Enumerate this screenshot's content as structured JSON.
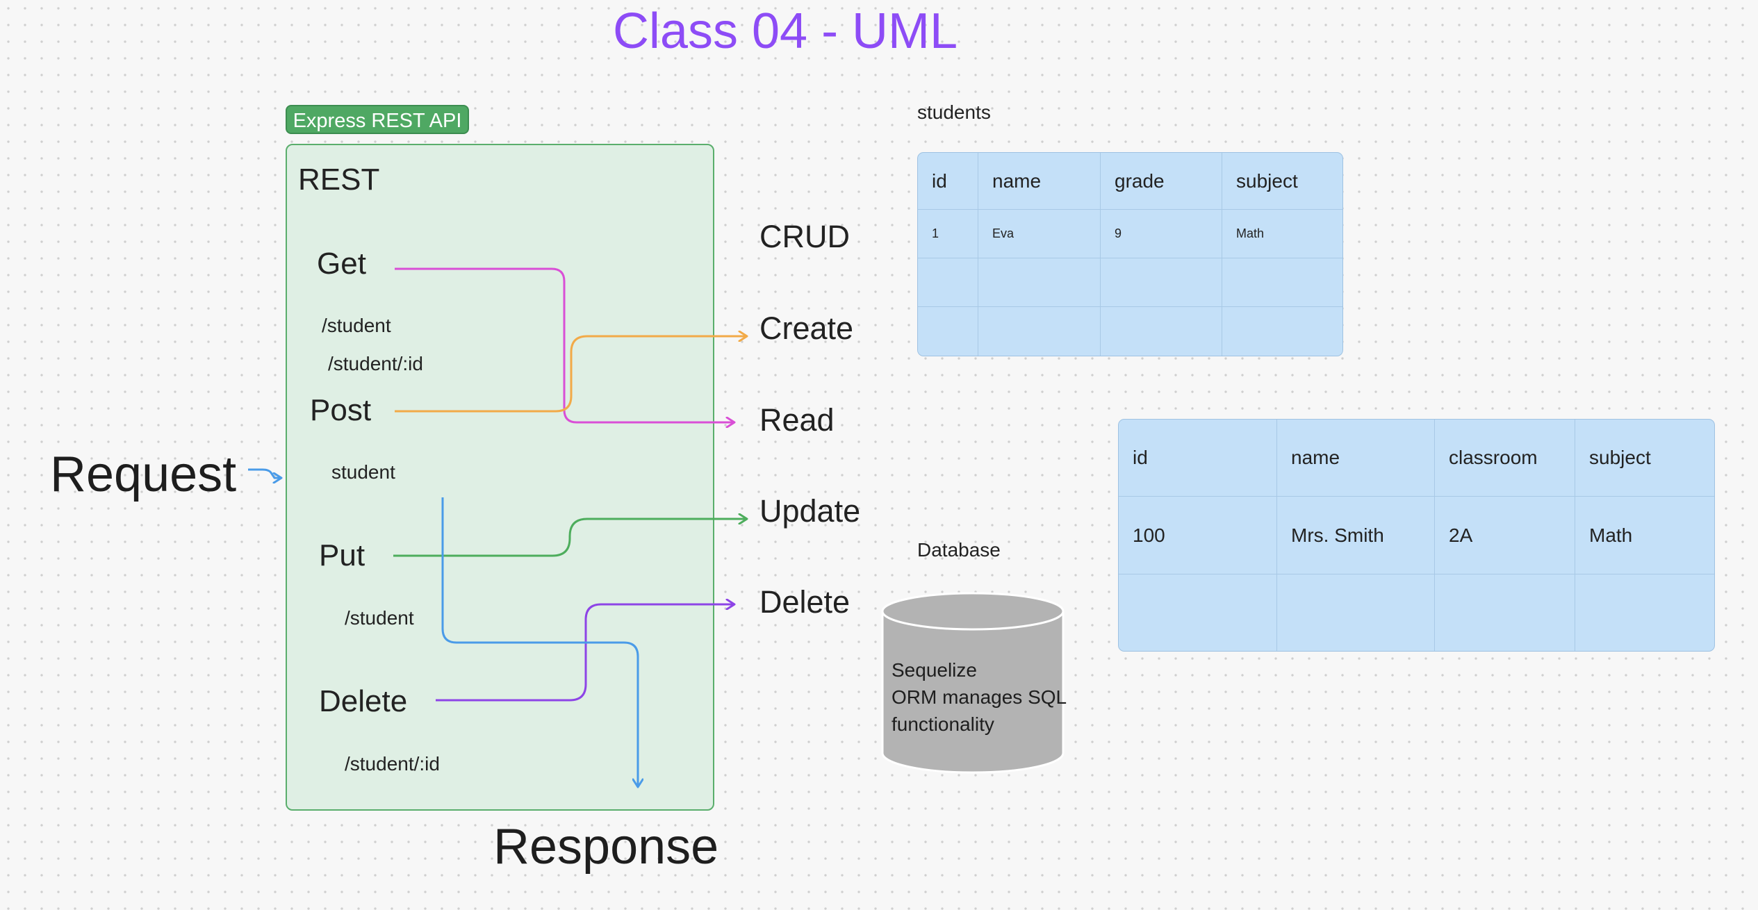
{
  "title": "Class 04 - UML",
  "api_badge": "Express REST API",
  "rest_frame": {
    "heading": "REST",
    "methods": {
      "get": "Get",
      "post": "Post",
      "put": "Put",
      "delete": "Delete"
    },
    "paths": {
      "get_1": "/student",
      "get_2": "/student/:id",
      "post": "student",
      "put": "/student",
      "delete": "/student/:id"
    }
  },
  "crud": {
    "heading": "CRUD",
    "create": "Create",
    "read": "Read",
    "update": "Update",
    "delete": "Delete"
  },
  "request_label": "Request",
  "response_label": "Response",
  "students_table": {
    "title": "students",
    "columns": [
      "id",
      "name",
      "grade",
      "subject"
    ],
    "rows": [
      [
        "1",
        "Eva",
        "9",
        "Math"
      ],
      [
        "",
        "",
        "",
        ""
      ],
      [
        "",
        "",
        "",
        ""
      ]
    ]
  },
  "teachers_table": {
    "columns": [
      "id",
      "name",
      "classroom",
      "subject"
    ],
    "rows": [
      [
        "100",
        "Mrs. Smith",
        "2A",
        "Math"
      ],
      [
        "",
        "",
        "",
        ""
      ]
    ]
  },
  "database": {
    "label": "Database",
    "lines": [
      "Sequelize",
      "ORM manages SQL",
      "functionality"
    ]
  },
  "colors": {
    "title": "#8d4cf6",
    "badge": "#4fa863",
    "frame_fill": "#dfefe4",
    "get_arrow": "#d94fd6",
    "post_arrow": "#f2aa48",
    "put_arrow": "#4dad5c",
    "delete_arrow": "#8d44e6",
    "request_response_arrow": "#4a9be8",
    "table_fill": "#c4e0f8",
    "cylinder_fill": "#b3b3b3"
  }
}
